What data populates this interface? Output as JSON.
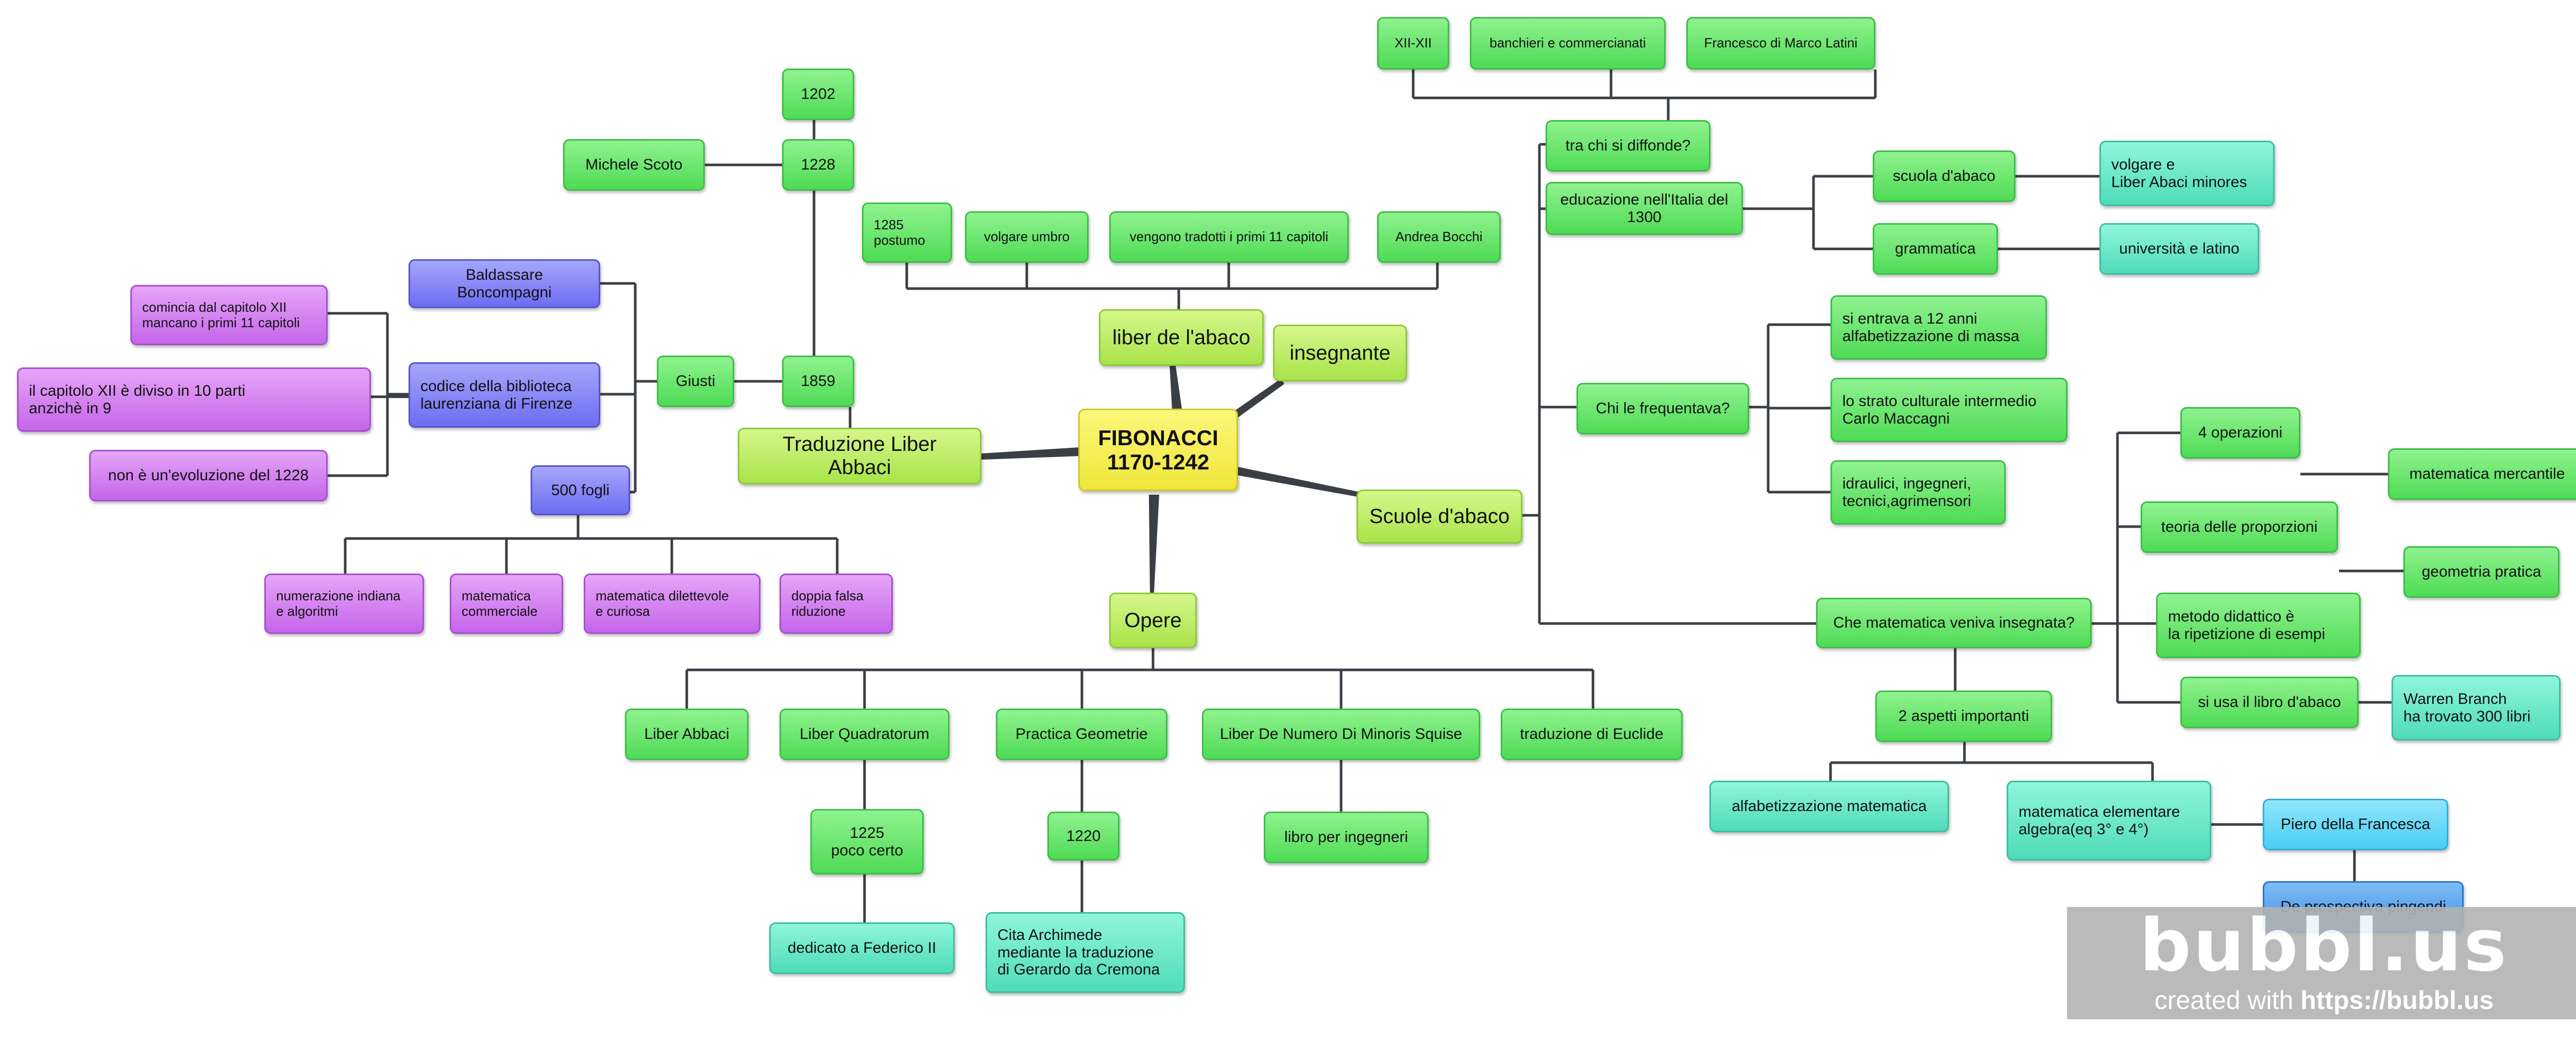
{
  "colors": {
    "line": "#3a3f45",
    "green": "#4fdb55",
    "light_green": "#a9e34a",
    "yellow": "#f0e63a",
    "teal": "#4fdcb9",
    "purple": "#c465ea",
    "violet": "#6d6cf2",
    "cyan": "#48cdf4",
    "blue": "#3d8fe7"
  },
  "mindmap": {
    "root": "FIBONACCI\n1170-1242",
    "branches": {
      "liber_abaco": {
        "label": "liber de l'abaco",
        "items": [
          "1285\npostumo",
          "volgare umbro",
          "vengono tradotti i primi 11 capitoli",
          "Andrea Bocchi"
        ]
      },
      "insegnante": {
        "label": "insegnante"
      },
      "traduzione": {
        "label": "Traduzione Liber Abbaci",
        "year_1859": "1859",
        "year_1228": "1228",
        "year_1202": "1202",
        "michele_scoto": "Michele Scoto",
        "giusti": "Giusti",
        "baldassare": "Baldassare Boncompagni",
        "codice": "codice della biblioteca\nlaurenziana di Firenze",
        "capitolo_xii": "comincia dal capitolo XII\nmancano i primi 11 capitoli",
        "diviso": "il capitolo XII è diviso in 10 parti\nanzichè in 9",
        "evoluzione": "non è un'evoluzione del 1228",
        "fogli": "500 fogli",
        "fogli_items": [
          "numerazione indiana\ne algoritmi",
          "matematica\ncommerciale",
          "matematica dilettevole\ne curiosa",
          "doppia falsa\nriduzione"
        ]
      },
      "opere": {
        "label": "Opere",
        "liber_abbaci": "Liber Abbaci",
        "quadratorum": "Liber Quadratorum",
        "quadratorum_year": "1225\npoco certo",
        "quadratorum_note": "dedicato a Federico II",
        "geometrie": "Practica Geometrie",
        "geometrie_year": "1220",
        "geometrie_note": "Cita Archimede\nmediante la traduzione\ndi Gerardo da Cremona",
        "numero": "Liber De Numero Di Minoris Squise",
        "numero_note": "libro per ingegneri",
        "euclide": "traduzione di Euclide"
      },
      "scuole": {
        "label": "Scuole d'abaco",
        "diffonde": "tra chi si diffonde?",
        "diffonde_items": [
          "XII-XII",
          "banchieri e commercianati",
          "Francesco di Marco Latini"
        ],
        "educazione": "educazione nell'Italia del 1300",
        "scuola_abaco": "scuola d'abaco",
        "volgare": "volgare e\nLiber Abaci minores",
        "grammatica": "grammatica",
        "universita": "università e latino",
        "frequentava": "Chi le frequentava?",
        "freq_items": [
          "si entrava a 12 anni\nalfabetizzazione di massa",
          "lo strato culturale intermedio\nCarlo Maccagni",
          "idraulici, ingegneri,\n tecnici,agrimensori"
        ],
        "matematica": "Che matematica veniva insegnata?",
        "operazioni": "4 operazioni",
        "mercantile": "matematica mercantile",
        "proporzioni": "teoria delle proporzioni",
        "geometria_pratica": "geometria pratica",
        "metodo": "metodo didattico è\nla ripetizione di esempi",
        "libro_abaco": "si usa il libro d'abaco",
        "warren": "Warren Branch\nha trovato 300 libri",
        "aspetti": "2 aspetti importanti",
        "alfabetizzazione": "alfabetizzazione matematica",
        "elementare": "matematica elementare\nalgebra(eq 3° e 4°)",
        "piero": "Piero della Francesca",
        "prospectiva": "De prospectiva pingendi"
      }
    }
  },
  "watermark": {
    "logo": "bubbl.us",
    "subtitle_prefix": "created with ",
    "subtitle_url": "https://bubbl.us"
  }
}
